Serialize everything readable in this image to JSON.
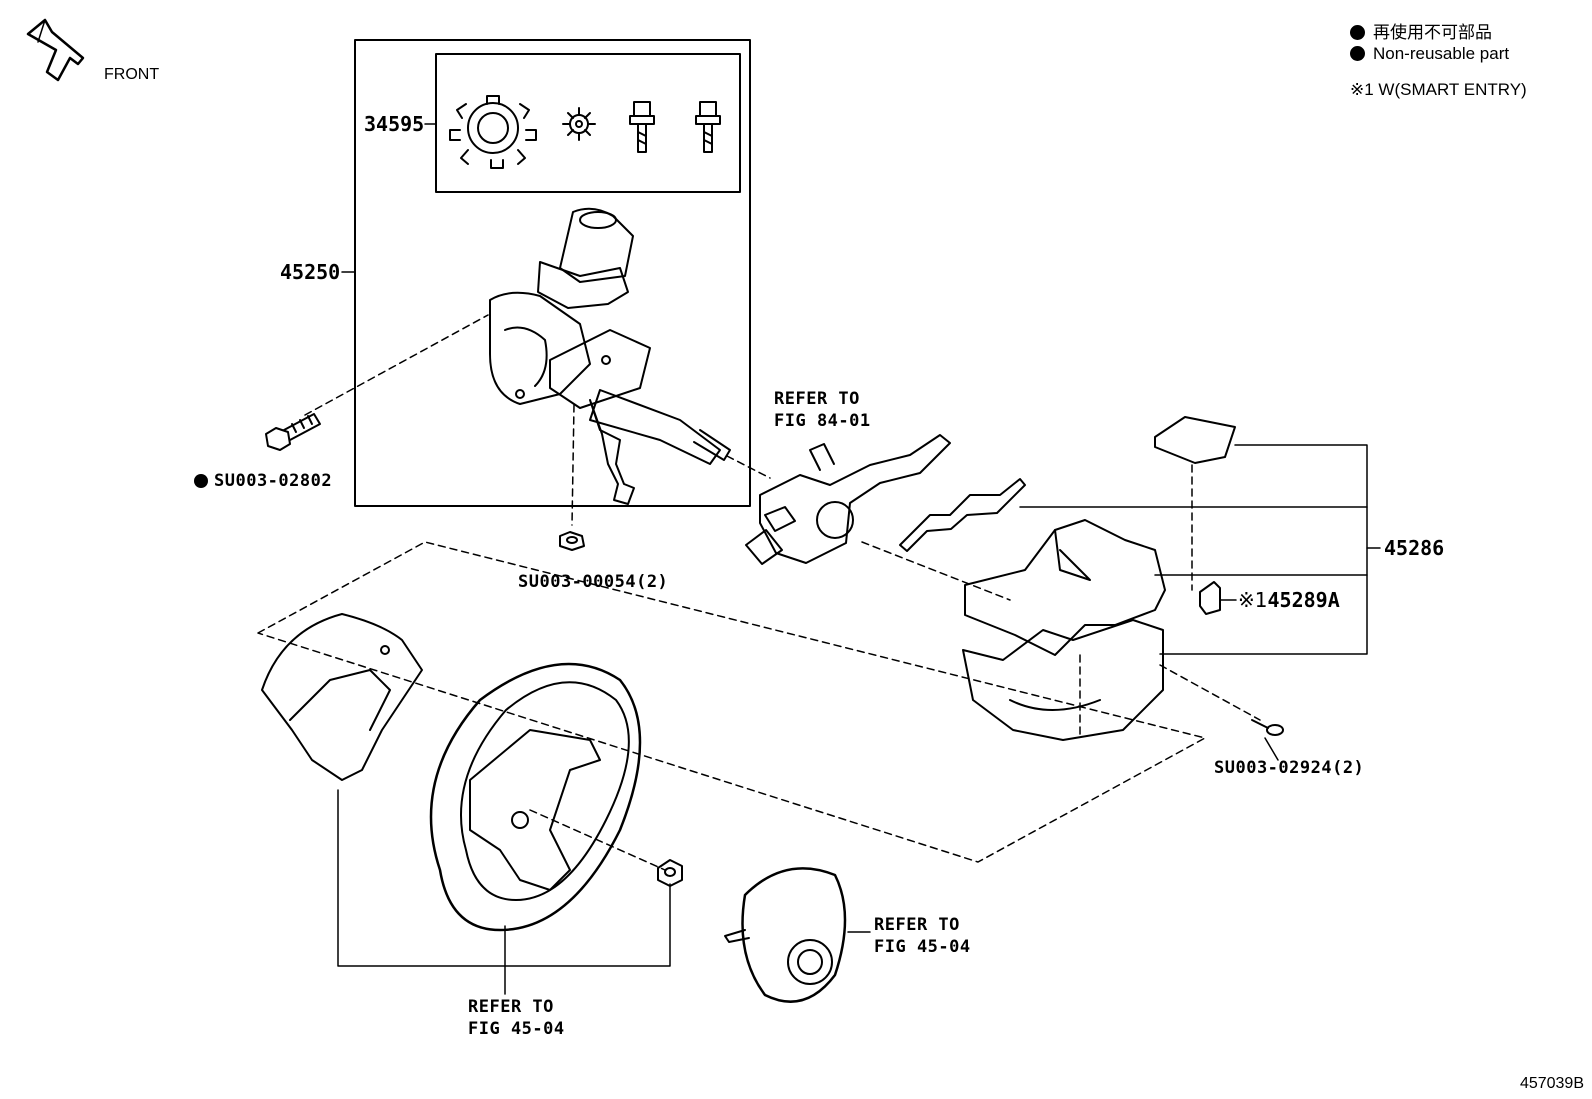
{
  "direction": {
    "label": "FRONT"
  },
  "legend": {
    "non_reusable_ja": "再使用不可部品",
    "non_reusable_en": "Non-reusable part",
    "footnote_1": "※1 W(SMART ENTRY)"
  },
  "parts": {
    "p34595": "34595",
    "p45250": "45250",
    "p45286": "45286",
    "p45289A_mark": "※1",
    "p45289A": "45289A",
    "bolt_02802": "SU003-02802",
    "nut_00054": "SU003-00054(2)",
    "screw_02924": "SU003-02924(2)"
  },
  "references": {
    "combo_switch": {
      "line1": "REFER TO",
      "line2": "FIG 84-01"
    },
    "steering_wheel": {
      "line1": "REFER TO",
      "line2": "FIG 45-04"
    },
    "airbag": {
      "line1": "REFER TO",
      "line2": "FIG 45-04"
    }
  },
  "figure_code": "457039B"
}
